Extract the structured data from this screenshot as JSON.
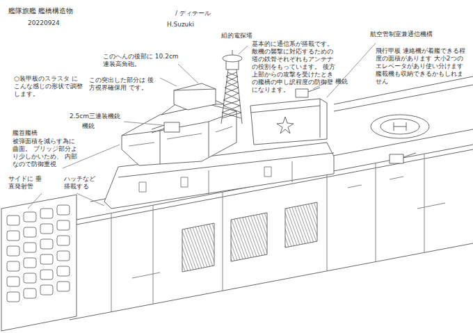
{
  "diagram": {
    "title": "艦隊旗艦 艦橋構造物",
    "labels": [
      "20220924",
      "/ ディテール",
      "H.Suzuki",
      "○装甲板のスラスタ にこんな感じの形状で調整します。",
      "このへんの後部に 10.2cm連装高角砲。",
      "この突出した部分は 後方視界確保用 です。",
      "2.5cm三連装機銃",
      "機銃",
      "組的電探塔",
      "基本的に通信系が搭載です。敵機の襲撃に対応するための塔の鉄骨それぞれもアンテナの役割をもっています。 後方上部からの攻撃を受けたときの艦橋の申し訳程度の防御壁になります。",
      "機銃",
      "航空管制室兼通信機構",
      "飛行甲板 連絡機が着艦できる程度の面積があります 大小2つのエレベータがあり使い分けます 艦載機も収納できるかもしれません",
      "艦首艦橋",
      "被弾面積を減らす為に曲面。 ブリッジ部分より少しかいため、 内部なので防御重視",
      "サイドに 垂直発射管",
      "ハッチなど 搭載する"
    ]
  }
}
